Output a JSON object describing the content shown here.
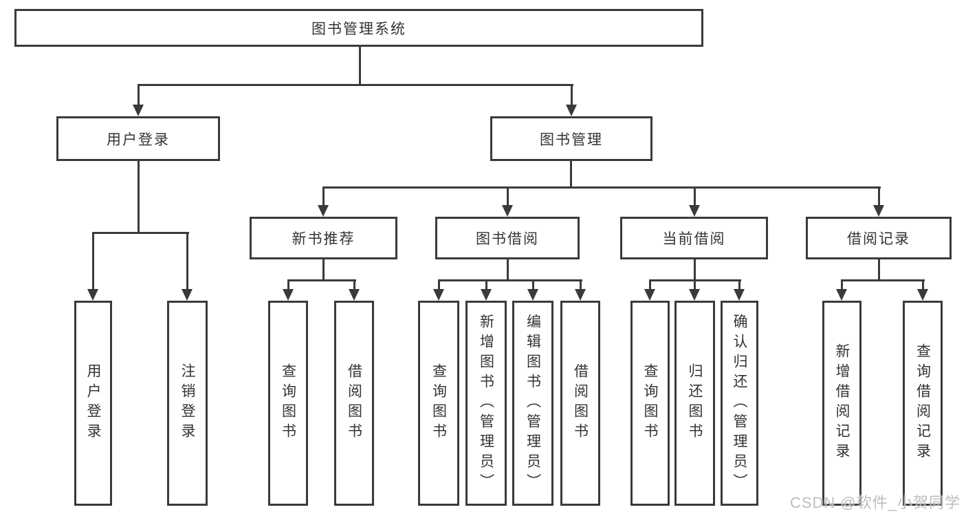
{
  "tree": {
    "root": {
      "label": "图书管理系统",
      "children": [
        {
          "label": "用户登录",
          "children": [
            {
              "label": "用户登录"
            },
            {
              "label": "注销登录"
            }
          ]
        },
        {
          "label": "图书管理",
          "children": [
            {
              "label": "新书推荐",
              "children": [
                {
                  "label": "查询图书"
                },
                {
                  "label": "借阅图书"
                }
              ]
            },
            {
              "label": "图书借阅",
              "children": [
                {
                  "label": "查询图书"
                },
                {
                  "label": "新增图书（管理员）"
                },
                {
                  "label": "编辑图书（管理员）"
                },
                {
                  "label": "借阅图书"
                }
              ]
            },
            {
              "label": "当前借阅",
              "children": [
                {
                  "label": "查询图书"
                },
                {
                  "label": "归还图书"
                },
                {
                  "label": "确认归还（管理员）"
                }
              ]
            },
            {
              "label": "借阅记录",
              "children": [
                {
                  "label": "新增借阅记录"
                },
                {
                  "label": "查询借阅记录"
                }
              ]
            }
          ]
        }
      ]
    }
  },
  "colors": {
    "line": "#3a3a3a",
    "text": "#333333",
    "background": "#ffffff",
    "watermark": "#b2b2b2"
  },
  "watermark": {
    "text": "CSDN @软件_小贺同学"
  }
}
